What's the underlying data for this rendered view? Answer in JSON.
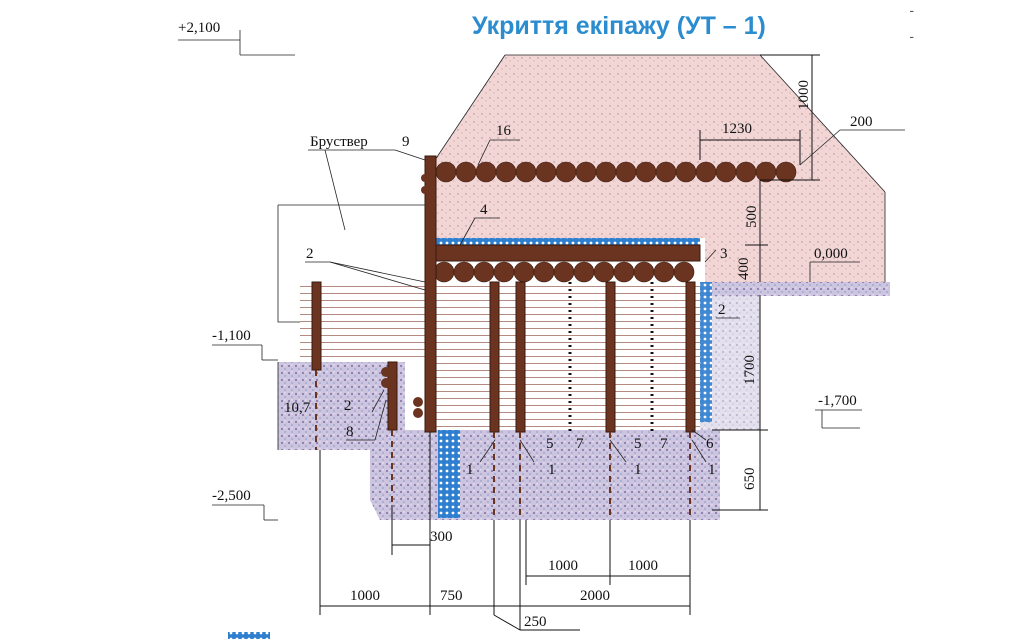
{
  "title": "Укриття екіпажу (УТ – 1)",
  "marks": [
    "-",
    "-"
  ],
  "elevations": {
    "top": "+2,100",
    "zero": "0,000",
    "m1100": "-1,100",
    "m1700": "-1,700",
    "m2500": "-2,500"
  },
  "labels": {
    "brustver": "Бруствер",
    "n9": "9",
    "n16": "16",
    "n4": "4",
    "n2a": "2",
    "n3": "3",
    "n2b": "2",
    "n10_7": "10,7",
    "n2c": "2",
    "n8": "8",
    "n1a": "1",
    "n1b": "1",
    "n1c": "1",
    "n1d": "1",
    "n5a": "5",
    "n7a": "7",
    "n5b": "5",
    "n7b": "7",
    "n6": "6"
  },
  "dimensions": {
    "d1000_top": "1000",
    "d1230": "1230",
    "d200": "200",
    "d500": "500",
    "d400": "400",
    "d1700": "1700",
    "d650": "650",
    "d300": "300",
    "d1000_a": "1000",
    "d1000_b": "1000",
    "d1000_c": "1000",
    "d750": "750",
    "d2000": "2000",
    "d250": "250"
  },
  "colors": {
    "title": "#2b8ccf",
    "soil_top": "#f0d4d4",
    "soil_low": "#c9c0dc",
    "log": "#6b3420",
    "gravel": "#2f7fd0"
  }
}
